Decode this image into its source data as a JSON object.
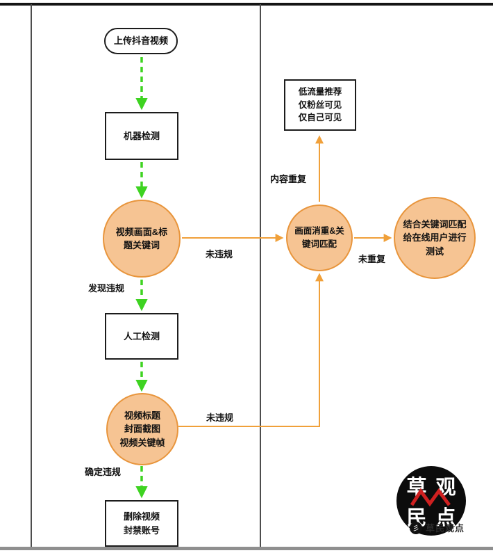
{
  "nodes": {
    "start": "上传抖音视频",
    "machine_check": "机器检测",
    "keyword_check": "视频画面&标\n题关键词",
    "manual_check": "人工检测",
    "keyframe_check": "视频标题\n封面截图\n视频关键帧",
    "delete_ban": "删除视频\n封禁账号",
    "low_traffic": "低流量推荐\n仅粉丝可见\n仅自己可见",
    "dedup_match": "画面消重&关\n键词匹配",
    "online_test": "结合关键词匹配\n给在线用户进行\n测试"
  },
  "edge_labels": {
    "violation_found": "发现违规",
    "no_violation_top": "未违规",
    "content_duplicate": "内容重复",
    "not_duplicate": "未重复",
    "no_violation_bottom": "未违规",
    "confirmed_violation": "确定违规"
  },
  "watermark": {
    "logo_chars": [
      "草",
      "观",
      "民",
      "点"
    ],
    "caption": "草民观点"
  },
  "colors": {
    "circle_fill": "#f6c493",
    "circle_border": "#e8953c",
    "green_arrow": "#3ed321",
    "orange_arrow": "#f0a03a"
  }
}
